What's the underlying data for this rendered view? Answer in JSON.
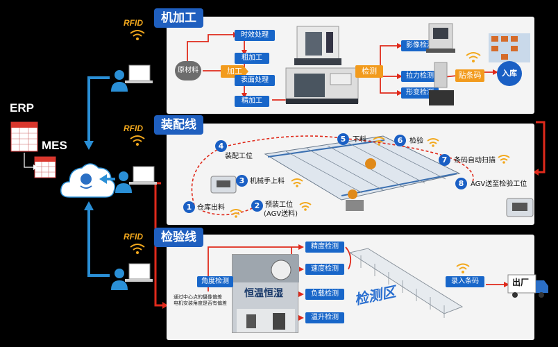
{
  "left": {
    "erp_label": "ERP",
    "mes_label": "MES"
  },
  "machining": {
    "rfid": "RFID",
    "title": "机加工",
    "raw_material": "原材料",
    "process": "加工",
    "steps": [
      "时效处理",
      "粗加工",
      "表面处理",
      "精加工"
    ],
    "inspect": "检测",
    "inspections": [
      "影像检测",
      "拉力检测",
      "形变检测"
    ],
    "barcode": "贴条码",
    "storage": "入库"
  },
  "assembly": {
    "rfid": "RFID",
    "title": "装配线",
    "steps": [
      {
        "num": "1",
        "label": "仓库出料"
      },
      {
        "num": "2",
        "label": "预装工位",
        "sub": "(AGV送料)"
      },
      {
        "num": "3",
        "label": "机械手上料"
      },
      {
        "num": "4",
        "label": "装配工位"
      },
      {
        "num": "5",
        "label": "下料"
      },
      {
        "num": "6",
        "label": "检验"
      },
      {
        "num": "7",
        "label": "条码自动扫描"
      },
      {
        "num": "8",
        "label": "AGV送至检验工位"
      }
    ]
  },
  "inspection": {
    "rfid": "RFID",
    "title": "检验线",
    "angle": "角度检测",
    "photo_text": "恒温恒湿",
    "note": "通过中心点的摄像偏差\n电机安装角度是否有偏差",
    "tests": [
      "精度检测",
      "速度检测",
      "负载检测",
      "温升检测"
    ],
    "zone": "检测区",
    "record": "录入条码",
    "ship": "出厂"
  },
  "colors": {
    "blue": "#1866c9",
    "orange": "#f29b1d",
    "red": "#e02a1b",
    "rfid": "#f2a81d",
    "arrow_blue": "#2a8fd6"
  }
}
